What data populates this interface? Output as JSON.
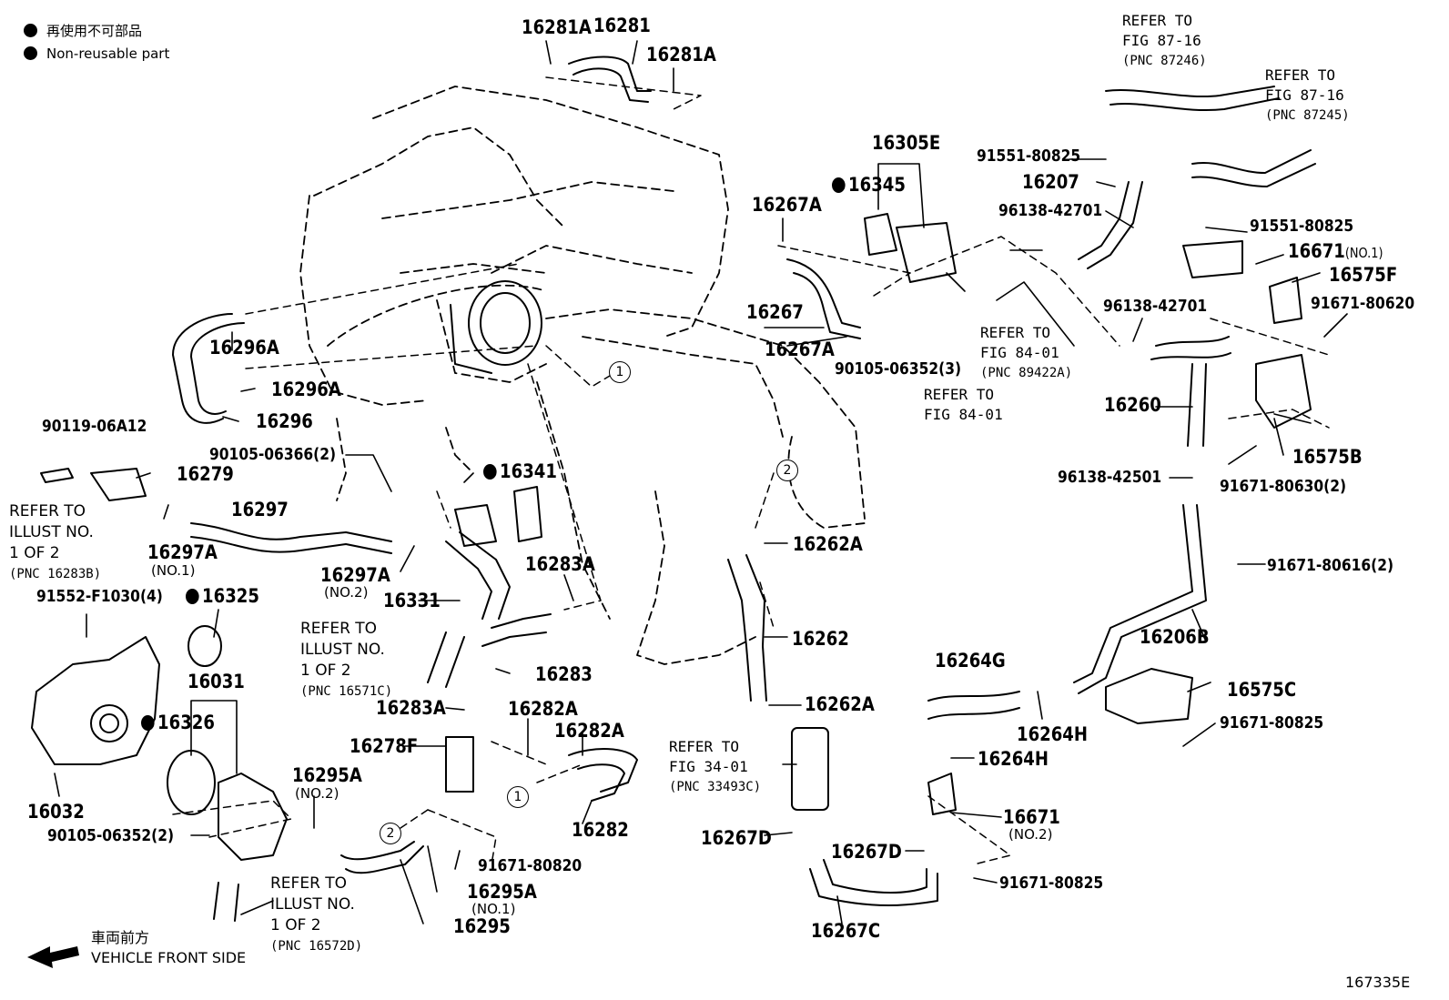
{
  "legend": {
    "jp": "再使用不可部品",
    "en": "Non-reusable part",
    "marker_color": "#000000"
  },
  "parts": [
    {
      "id": "p16281A_a",
      "text": "16281A"
    },
    {
      "id": "p16281",
      "text": "16281"
    },
    {
      "id": "p16281A_b",
      "text": "16281A"
    },
    {
      "id": "p16305E",
      "text": "16305E"
    },
    {
      "id": "p16345",
      "text": "16345",
      "non_reusable": true
    },
    {
      "id": "p16267A_a",
      "text": "16267A"
    },
    {
      "id": "p16267",
      "text": "16267"
    },
    {
      "id": "p16267A_b",
      "text": "16267A"
    },
    {
      "id": "p90105_06352_3",
      "text": "90105-06352(3)"
    },
    {
      "id": "p91551_80825_a",
      "text": "91551-80825"
    },
    {
      "id": "p16207",
      "text": "16207"
    },
    {
      "id": "p96138_42701_a",
      "text": "96138-42701"
    },
    {
      "id": "p91551_80825_b",
      "text": "91551-80825"
    },
    {
      "id": "p16671_1",
      "text": "16671"
    },
    {
      "id": "p16575F",
      "text": "16575F"
    },
    {
      "id": "p91671_80620",
      "text": "91671-80620"
    },
    {
      "id": "p96138_42701_b",
      "text": "96138-42701"
    },
    {
      "id": "p16260",
      "text": "16260"
    },
    {
      "id": "p16575B",
      "text": "16575B"
    },
    {
      "id": "p96138_42501",
      "text": "96138-42501"
    },
    {
      "id": "p91671_80630_2",
      "text": "91671-80630(2)"
    },
    {
      "id": "p91671_80616_2",
      "text": "91671-80616(2)"
    },
    {
      "id": "p16206B",
      "text": "16206B"
    },
    {
      "id": "p16296A_a",
      "text": "16296A"
    },
    {
      "id": "p16296A_b",
      "text": "16296A"
    },
    {
      "id": "p16296",
      "text": "16296"
    },
    {
      "id": "p90119_06A12",
      "text": "90119-06A12"
    },
    {
      "id": "p16279",
      "text": "16279"
    },
    {
      "id": "p90105_06366_2",
      "text": "90105-06366(2)"
    },
    {
      "id": "p16341",
      "text": "16341",
      "non_reusable": true
    },
    {
      "id": "p16297",
      "text": "16297"
    },
    {
      "id": "p16297A_1",
      "text": "16297A"
    },
    {
      "id": "p16297A_2",
      "text": "16297A"
    },
    {
      "id": "p16331",
      "text": "16331"
    },
    {
      "id": "p16283A_a",
      "text": "16283A"
    },
    {
      "id": "p16262A_a",
      "text": "16262A"
    },
    {
      "id": "p16262",
      "text": "16262"
    },
    {
      "id": "p16262A_b",
      "text": "16262A"
    },
    {
      "id": "p91552_F1030_4",
      "text": "91552-F1030(4)"
    },
    {
      "id": "p16325",
      "text": "16325",
      "non_reusable": true
    },
    {
      "id": "p16031",
      "text": "16031"
    },
    {
      "id": "p16326",
      "text": "16326",
      "non_reusable": true
    },
    {
      "id": "p16032",
      "text": "16032"
    },
    {
      "id": "p16283",
      "text": "16283"
    },
    {
      "id": "p16283A_b",
      "text": "16283A"
    },
    {
      "id": "p16282A_a",
      "text": "16282A"
    },
    {
      "id": "p16282A_b",
      "text": "16282A"
    },
    {
      "id": "p16278F",
      "text": "16278F"
    },
    {
      "id": "p16282",
      "text": "16282"
    },
    {
      "id": "p16295A_2",
      "text": "16295A"
    },
    {
      "id": "p90105_06352_2",
      "text": "90105-06352(2)"
    },
    {
      "id": "p91671_80820",
      "text": "91671-80820"
    },
    {
      "id": "p16295A_1",
      "text": "16295A"
    },
    {
      "id": "p16295",
      "text": "16295"
    },
    {
      "id": "p16264G",
      "text": "16264G"
    },
    {
      "id": "p16264H_a",
      "text": "16264H"
    },
    {
      "id": "p16264H_b",
      "text": "16264H"
    },
    {
      "id": "p16575C",
      "text": "16575C"
    },
    {
      "id": "p91671_80825_a",
      "text": "91671-80825"
    },
    {
      "id": "p16671_2",
      "text": "16671"
    },
    {
      "id": "p91671_80825_b",
      "text": "91671-80825"
    },
    {
      "id": "p16267D_a",
      "text": "16267D"
    },
    {
      "id": "p16267D_b",
      "text": "16267D"
    },
    {
      "id": "p16267C",
      "text": "16267C"
    }
  ],
  "subs": {
    "no1_a": "(NO.1)",
    "no1_b": "(NO.1)",
    "no1_c": "(NO.1)",
    "no2_a": "(NO.2)",
    "no2_b": "(NO.2)",
    "no2_c": "(NO.2)"
  },
  "refs": {
    "r87246": [
      "REFER TO",
      "FIG 87-16",
      "(PNC 87246)"
    ],
    "r87245": [
      "REFER TO",
      "FIG 87-16",
      "(PNC 87245)"
    ],
    "r89422A": [
      "REFER TO",
      "FIG 84-01",
      "(PNC 89422A)"
    ],
    "r8401": [
      "REFER TO",
      "FIG 84-01"
    ],
    "r16283B": [
      "REFER TO",
      "ILLUST NO.",
      "1 OF 2",
      "(PNC 16283B)"
    ],
    "r16571C": [
      "REFER TO",
      "ILLUST NO.",
      "1 OF 2",
      "(PNC 16571C)"
    ],
    "r33493C": [
      "REFER TO",
      "FIG 34-01",
      "(PNC 33493C)"
    ],
    "r16572D": [
      "REFER TO",
      "ILLUST NO.",
      "1 OF 2",
      "(PNC 16572D)"
    ]
  },
  "connectors": {
    "c1": "1",
    "c2": "2"
  },
  "front": {
    "jp": "車両前方",
    "en": "VEHICLE FRONT SIDE"
  },
  "figure_code": "167335E"
}
